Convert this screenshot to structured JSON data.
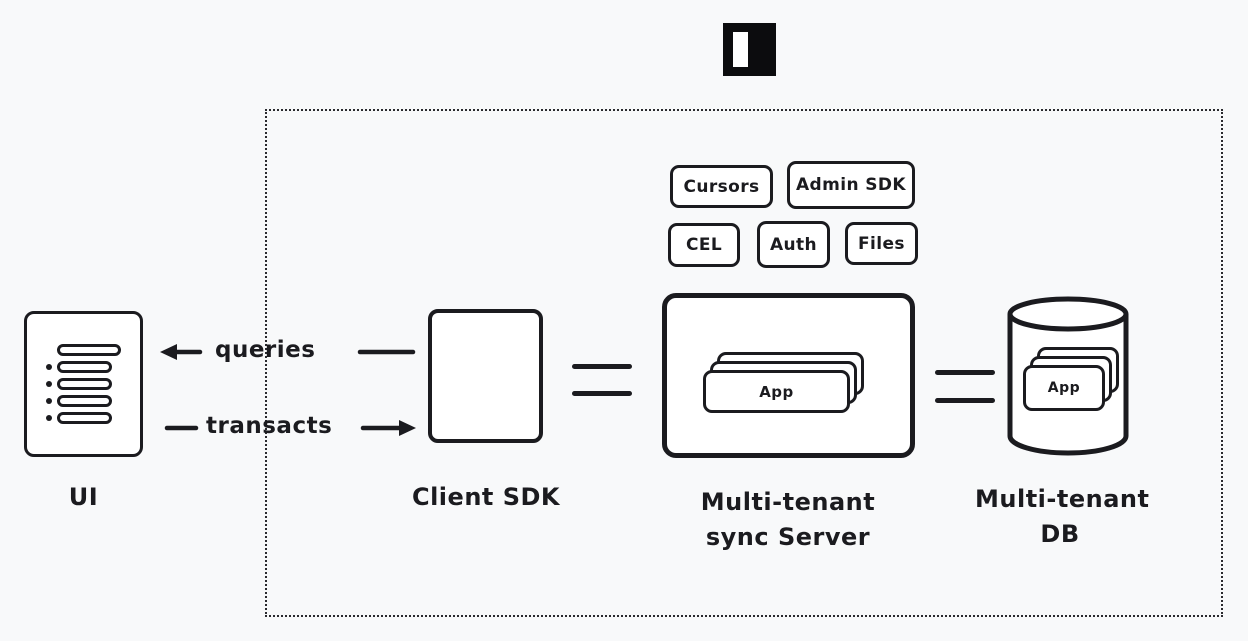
{
  "colors": {
    "background": "#f8f9fa",
    "ink": "#1b1b1f",
    "node_fill": "#ffffff"
  },
  "logo": {
    "icon": "instant-logo-icon"
  },
  "nodes": {
    "ui": {
      "label": "UI",
      "icon": "list-icon"
    },
    "client_sdk": {
      "label": "Client SDK"
    },
    "sync_server": {
      "label_line1": "Multi-tenant",
      "label_line2": "sync Server",
      "app_card": "App"
    },
    "db": {
      "label_line1": "Multi-tenant",
      "label_line2": "DB",
      "app_card": "App",
      "icon": "database-cylinder-icon"
    }
  },
  "edges": {
    "queries": {
      "label": "queries",
      "direction": "left"
    },
    "transacts": {
      "label": "transacts",
      "direction": "right"
    }
  },
  "features": {
    "cursors": "Cursors",
    "admin_sdk": "Admin SDK",
    "cel": "CEL",
    "auth": "Auth",
    "files": "Files"
  }
}
